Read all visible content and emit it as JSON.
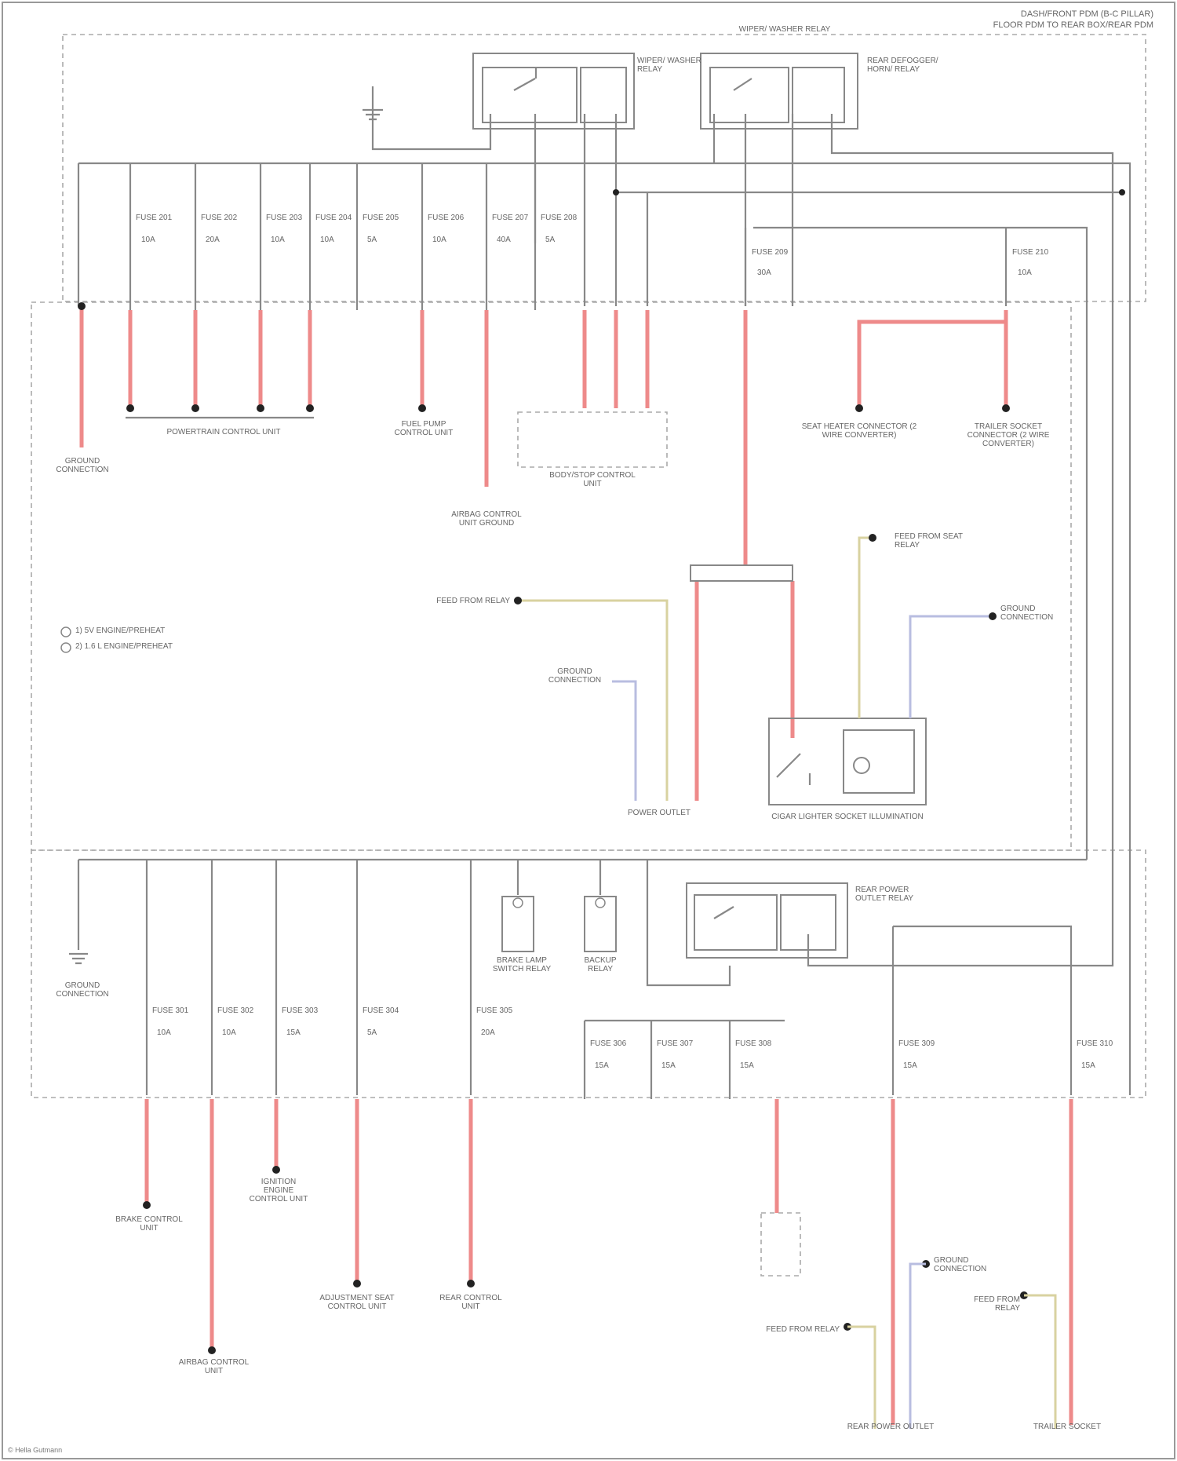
{
  "header": {
    "title_line1": "DASH/FRONT PDM (B-C PILLAR)",
    "title_line2": "FLOOR PDM TO REAR BOX/REAR PDM"
  },
  "footer": {
    "credit": "© Hella Gutmann"
  },
  "legend": {
    "item1": "1) 5V ENGINE/PREHEAT",
    "item2": "2) 1.6 L ENGINE/PREHEAT"
  },
  "top_relays": {
    "left": "WIPER/ WASHER RELAY",
    "right": "REAR DEFOGGER/ HORN/ RELAY"
  },
  "upper_fuses": [
    {
      "fuse": "FUSE 201",
      "amp": "10A"
    },
    {
      "fuse": "FUSE 202",
      "amp": "20A"
    },
    {
      "fuse": "FUSE 203",
      "amp": "10A"
    },
    {
      "fuse": "FUSE 204",
      "amp": "10A"
    },
    {
      "fuse": "FUSE 205",
      "amp": "5A"
    },
    {
      "fuse": "FUSE 206",
      "amp": "10A"
    },
    {
      "fuse": "FUSE 207",
      "amp": "40A"
    },
    {
      "fuse": "FUSE 208",
      "amp": "5A"
    },
    {
      "fuse": "FUSE 209",
      "amp": "30A"
    },
    {
      "fuse": "FUSE 210",
      "amp": "10A"
    }
  ],
  "upper_components": {
    "ground_left": "GROUND CONNECTION",
    "module_left": "POWERTRAIN CONTROL UNIT",
    "fuel_pump": "FUEL PUMP CONTROL UNIT",
    "body_module": "BODY/STOP CONTROL UNIT",
    "airbag_ground": "AIRBAG CONTROL UNIT GROUND",
    "defrost_right": "SEAT HEATER CONNECTOR (2 WIRE CONVERTER)",
    "defrost_far": "TRAILER SOCKET CONNECTOR (2 WIRE CONVERTER)",
    "feed_top_right": "FEED FROM SEAT RELAY",
    "ground_right": "GROUND CONNECTION",
    "power_outlet": "POWER OUTLET",
    "cigar_lighter": "CIGAR LIGHTER SOCKET ILLUMINATION",
    "feed_mid": "FEED FROM RELAY",
    "ground_mid": "GROUND CONNECTION"
  },
  "lower_fuses": [
    {
      "fuse": "FUSE 301",
      "amp": "10A"
    },
    {
      "fuse": "FUSE 302",
      "amp": "10A"
    },
    {
      "fuse": "FUSE 303",
      "amp": "15A"
    },
    {
      "fuse": "FUSE 304",
      "amp": "5A"
    },
    {
      "fuse": "FUSE 305",
      "amp": "20A"
    },
    {
      "fuse": "FUSE 306",
      "amp": "15A"
    },
    {
      "fuse": "FUSE 307",
      "amp": "15A"
    },
    {
      "fuse": "FUSE 308",
      "amp": "15A"
    },
    {
      "fuse": "FUSE 309",
      "amp": "15A"
    },
    {
      "fuse": "FUSE 310",
      "amp": "15A"
    }
  ],
  "lower_components": {
    "ground": "GROUND CONNECTION",
    "brake_relay": "BRAKE LAMP SWITCH RELAY",
    "backup_relay": "BACKUP RELAY",
    "lower_relay": "REAR POWER OUTLET RELAY",
    "brake_control": "BRAKE CONTROL UNIT",
    "airbag_unit": "AIRBAG CONTROL UNIT",
    "rear_module": "REAR CONTROL UNIT",
    "ignition": "IGNITION ENGINE CONTROL UNIT",
    "seat_control": "ADJUSTMENT SEAT CONTROL UNIT",
    "outlet_rear": "REAR POWER OUTLET",
    "trailer": "TRAILER SOCKET",
    "feed_left": "FEED FROM RELAY",
    "feed_right": "FEED FROM RELAY",
    "ground_lower": "GROUND CONNECTION"
  }
}
